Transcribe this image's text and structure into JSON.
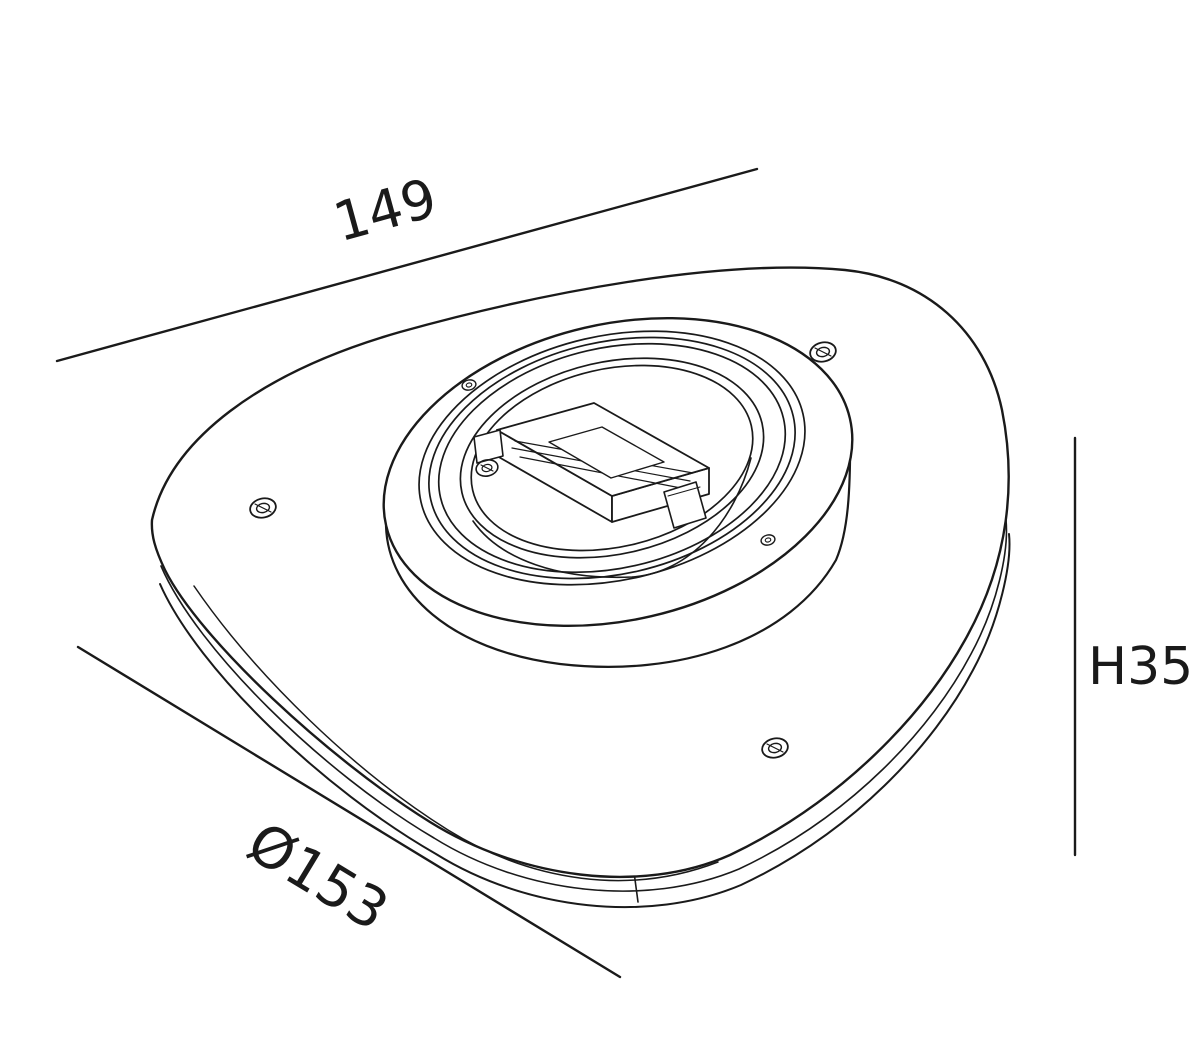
{
  "canvas": {
    "background": "#ffffff",
    "line_color": "#1a1a1a"
  },
  "drawing": {
    "dimensions": {
      "width": {
        "label": "149"
      },
      "diameter": {
        "label": "Ø153"
      },
      "height": {
        "label": "H35"
      }
    }
  }
}
